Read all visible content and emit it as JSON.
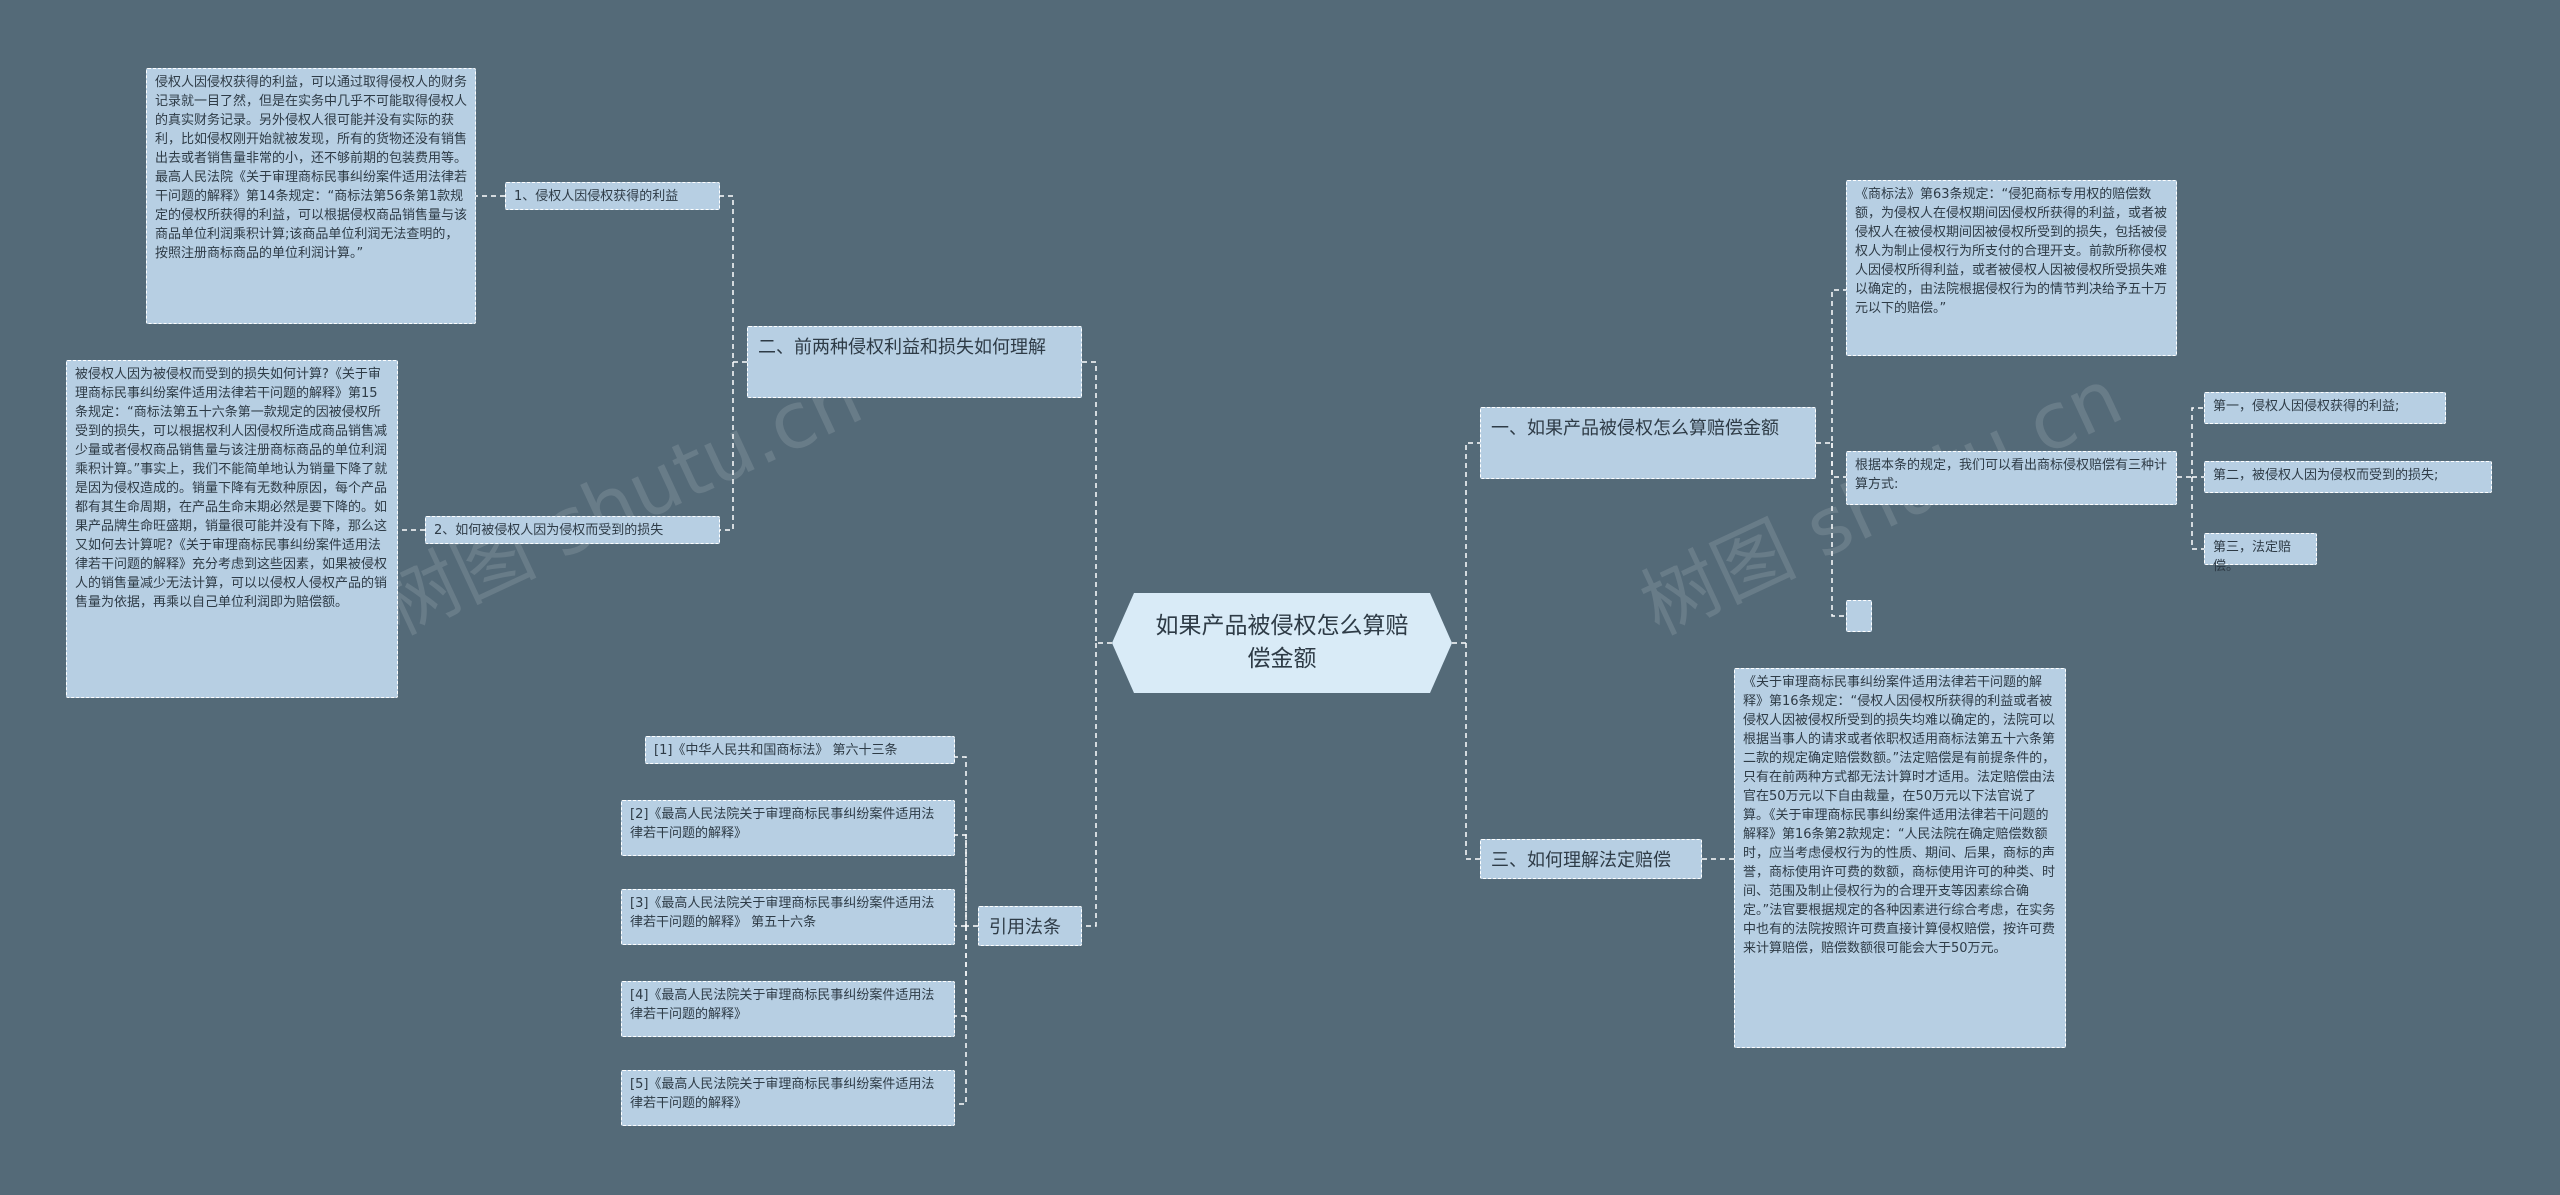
{
  "root": "如果产品被侵权怎么算赔偿金额",
  "watermark": "树图 shutu.cn",
  "left": {
    "branch2": {
      "label": "二、前两种侵权利益和损失如何理解",
      "sub1": {
        "label": "1、侵权人因侵权获得的利益",
        "detail": "侵权人因侵权获得的利益，可以通过取得侵权人的财务记录就一目了然，但是在实务中几乎不可能取得侵权人的真实财务记录。另外侵权人很可能并没有实际的获利，比如侵权刚开始就被发现，所有的货物还没有销售出去或者销售量非常的小，还不够前期的包装费用等。最高人民法院《关于审理商标民事纠纷案件适用法律若干问题的解释》第14条规定：“商标法第56条第1款规定的侵权所获得的利益，可以根据侵权商品销售量与该商品单位利润乘积计算;该商品单位利润无法查明的，按照注册商标商品的单位利润计算。”"
      },
      "sub2": {
        "label": "2、如何被侵权人因为侵权而受到的损失",
        "detail": "被侵权人因为被侵权而受到的损失如何计算?《关于审理商标民事纠纷案件适用法律若干问题的解释》第15条规定：“商标法第五十六条第一款规定的因被侵权所受到的损失，可以根据权利人因侵权所造成商品销售减少量或者侵权商品销售量与该注册商标商品的单位利润乘积计算。”事实上，我们不能简单地认为销量下降了就是因为侵权造成的。销量下降有无数种原因，每个产品都有其生命周期，在产品生命末期必然是要下降的。如果产品牌生命旺盛期，销量很可能并没有下降，那么这又如何去计算呢?《关于审理商标民事纠纷案件适用法律若干问题的解释》充分考虑到这些因素，如果被侵权人的销售量减少无法计算，可以以侵权人侵权产品的销售量为依据，再乘以自己单位利润即为赔偿额。"
      }
    },
    "citations": {
      "label": "引用法条",
      "items": [
        "[1]《中华人民共和国商标法》 第六十三条",
        "[2]《最高人民法院关于审理商标民事纠纷案件适用法律若干问题的解释》",
        "[3]《最高人民法院关于审理商标民事纠纷案件适用法律若干问题的解释》 第五十六条",
        "[4]《最高人民法院关于审理商标民事纠纷案件适用法律若干问题的解释》",
        "[5]《最高人民法院关于审理商标民事纠纷案件适用法律若干问题的解释》"
      ]
    }
  },
  "right": {
    "branch1": {
      "label": "一、如果产品被侵权怎么算赔偿金额",
      "law63": "《商标法》第63条规定：“侵犯商标专用权的赔偿数额，为侵权人在侵权期间因侵权所获得的利益，或者被侵权人在被侵权期间因被侵权所受到的损失，包括被侵权人为制止侵权行为所支付的合理开支。前款所称侵权人因侵权所得利益，或者被侵权人因被侵权所受损失难以确定的，由法院根据侵权行为的情节判决给予五十万元以下的赔偿。”",
      "methods": {
        "label": "根据本条的规定，我们可以看出商标侵权赔偿有三种计算方式:",
        "items": [
          "第一，侵权人因侵权获得的利益;",
          "第二，被侵权人因为侵权而受到的损失;",
          "第三，法定赔偿。"
        ]
      }
    },
    "branch3": {
      "label": "三、如何理解法定赔偿",
      "detail": "《关于审理商标民事纠纷案件适用法律若干问题的解释》第16条规定：“侵权人因侵权所获得的利益或者被侵权人因被侵权所受到的损失均难以确定的，法院可以根据当事人的请求或者依职权适用商标法第五十六条第二款的规定确定赔偿数额。”法定赔偿是有前提条件的，只有在前两种方式都无法计算时才适用。法定赔偿由法官在50万元以下自由裁量，在50万元以下法官说了算。《关于审理商标民事纠纷案件适用法律若干问题的解释》第16条第2款规定：“人民法院在确定赔偿数额时，应当考虑侵权行为的性质、期间、后果，商标的声誉，商标使用许可费的数额，商标使用许可的种类、时间、范围及制止侵权行为的合理开支等因素综合确定。”法官要根据规定的各种因素进行综合考虑，在实务中也有的法院按照许可费直接计算侵权赔偿，按许可费来计算赔偿，赔偿数额很可能会大于50万元。"
    }
  }
}
